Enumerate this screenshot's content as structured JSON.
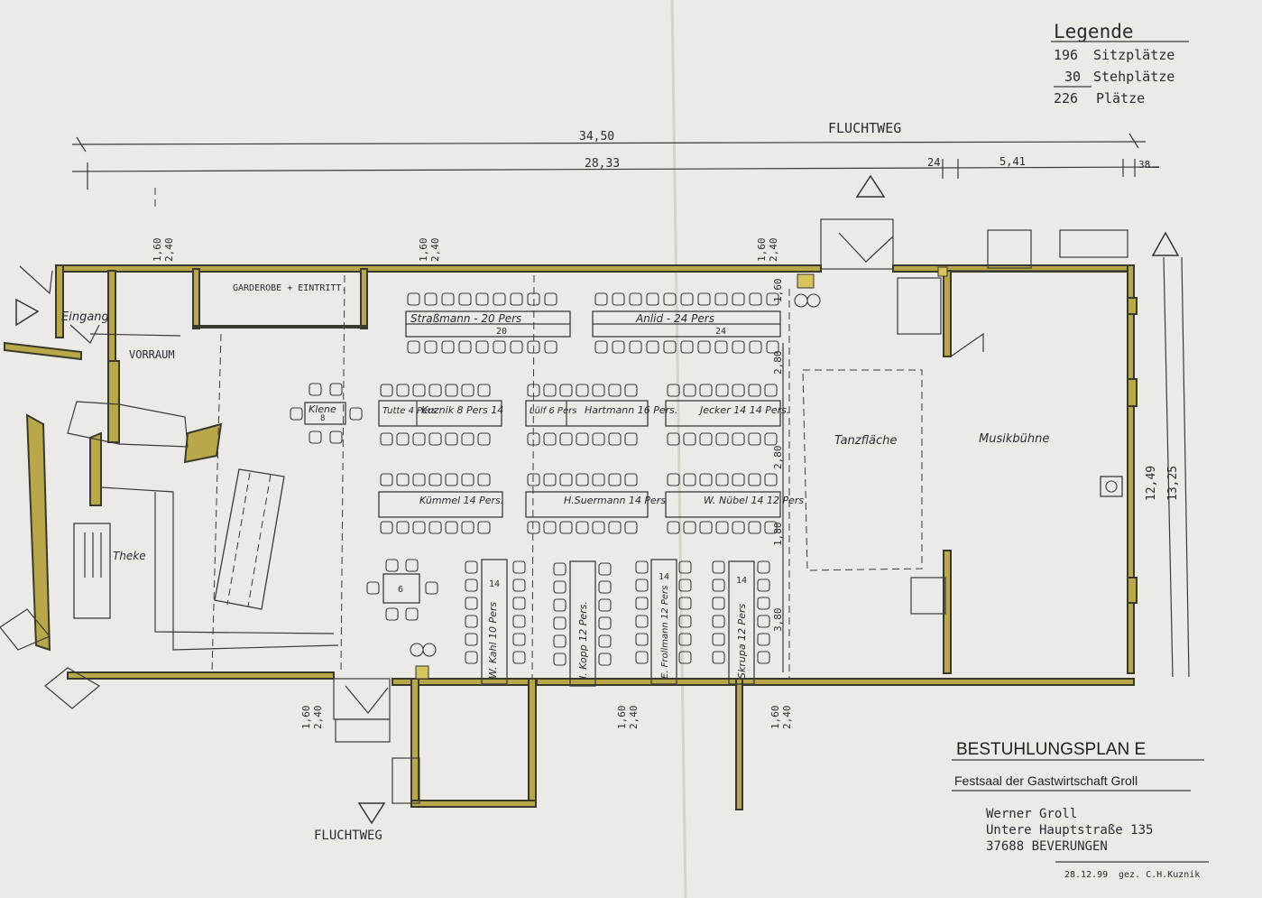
{
  "legend": {
    "heading": "Legende",
    "seats_count": "196",
    "seats_label": "Sitzplätze",
    "standing_count": "30",
    "standing_label": "Stehplätze",
    "total_count": "226",
    "total_label": "Plätze"
  },
  "dimensions": {
    "overall_length": "34,50",
    "hall_length": "28,33",
    "gap": "24",
    "stage_length": "5,41",
    "stage_edge": "38",
    "door_width_a": "1,60",
    "door_width_b": "2,40",
    "row_spacing_1": "2,80",
    "row_spacing_2": "2,80",
    "row_spacing_3": "1,80",
    "row_spacing_4": "3,80",
    "depth_inner": "12,49",
    "depth_outer": "13,25"
  },
  "labels": {
    "escape_route_top": "FLUCHTWEG",
    "escape_route_bottom": "FLUCHTWEG",
    "entrance": "Eingang",
    "foyer": "VORRAUM",
    "cloakroom": "GARDEROBE + EINTRITT.",
    "bar": "Theke",
    "dance_floor": "Tanzfläche",
    "music_stage": "Musikbühne"
  },
  "tables": {
    "strassmann": "Straßmann - 20 Pers",
    "strassmann_n": "20",
    "anlid": "Anlid - 24 Pers",
    "anlid_n": "24",
    "klene": "Klene",
    "klene_n": "8",
    "tutte": "Tutte 4 Pers",
    "kuznik": "Kuznik 8 Pers 14",
    "lulf": "Lülf 6 Pers",
    "hartmann": "Hartmann 16 Pers.",
    "jecker": "Jecker 14 14 Pers.",
    "kummel": "Kümmel 14 Pers.",
    "suermann": "H.Suermann 14 Pers",
    "nubel": "W. Nübel 14 12 Pers",
    "round6": "6",
    "kahl_n": "14",
    "kahl": "W. Kahl 10 Pers",
    "kopp": "I. Kopp 12 Pers.",
    "frollmann_n": "14",
    "frollmann": "E. Frollmann 12 Pers",
    "skrupa_n": "14",
    "skrupa": "Skrupa 12 Pers"
  },
  "title_block": {
    "plan_title": "BESTUHLUNGSPLAN E",
    "venue": "Festsaal der Gastwirtschaft Groll",
    "owner": "Werner Groll",
    "street": "Untere Hauptstraße 135",
    "city": "37688 BEVERUNGEN",
    "date": "28.12.99",
    "drawn_by": "gez. C.H.Kuznik"
  },
  "colors": {
    "paper": "#eceae6",
    "wall_fill": "#b9a84a",
    "ink": "#2a2a33"
  }
}
